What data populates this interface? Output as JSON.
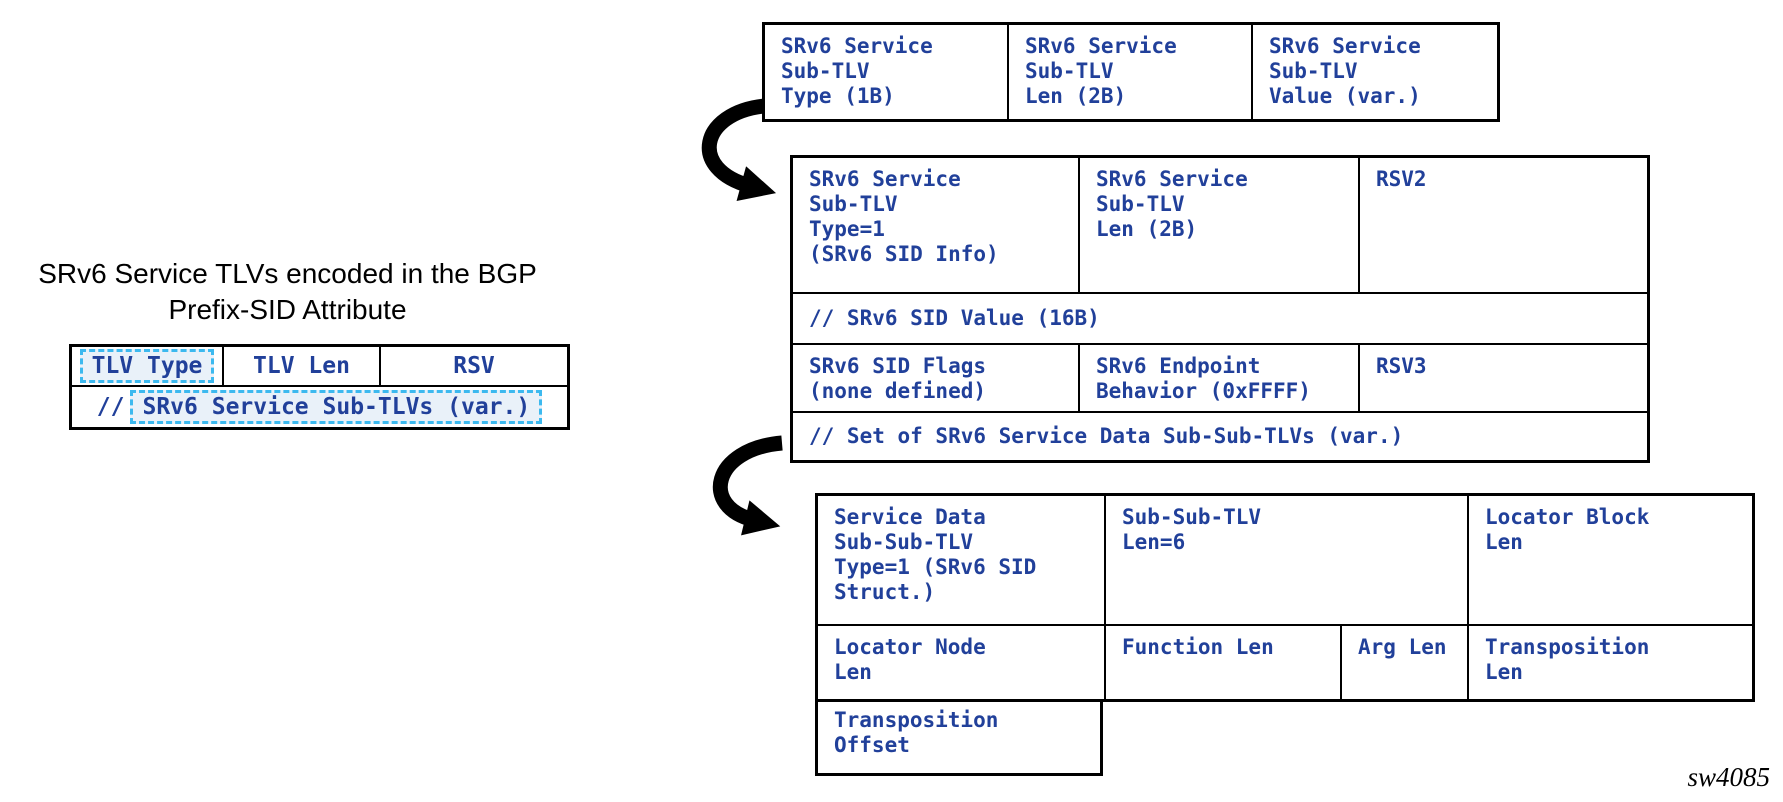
{
  "title": {
    "line1": "SRv6 Service TLVs encoded in the BGP",
    "line2": "Prefix-SID Attribute"
  },
  "watermark": "sw4085",
  "colors": {
    "table_text": "#21409a",
    "table_border": "#000000",
    "highlight_dash": "#3cb9ef",
    "highlight_fill": "#e9f1f9",
    "arrow": "#000000"
  },
  "prefix_sid_table": {
    "row1": [
      "TLV Type",
      "TLV Len",
      "RSV"
    ],
    "row2_prefix": "//",
    "row2_highlight": "SRv6 Service Sub-TLVs (var.)"
  },
  "sub_tlv_header_table": {
    "cells": [
      "SRv6 Service\nSub-TLV\nType (1B)",
      "SRv6 Service\nSub-TLV\nLen (2B)",
      "SRv6 Service\nSub-TLV\nValue (var.)"
    ]
  },
  "sid_info_table": {
    "row1": [
      "SRv6 Service\nSub-TLV\nType=1\n(SRv6 SID Info)",
      "SRv6 Service\nSub-TLV\nLen (2B)",
      "RSV2"
    ],
    "row2": "// SRv6 SID Value (16B)",
    "row3": [
      "SRv6 SID Flags\n(none defined)",
      "SRv6 Endpoint\nBehavior (0xFFFF)",
      "RSV3"
    ],
    "row4": "// Set of SRv6 Service Data Sub-Sub-TLVs (var.)"
  },
  "sid_struct_table": {
    "row1": [
      "Service Data\nSub-Sub-TLV\nType=1 (SRv6 SID\nStruct.)",
      "Sub-Sub-TLV\nLen=6",
      "Locator Block\nLen"
    ],
    "row2": [
      "Locator Node\nLen",
      "Function Len",
      "Arg Len",
      "Transposition\nLen"
    ],
    "row3": "Transposition\nOffset"
  }
}
